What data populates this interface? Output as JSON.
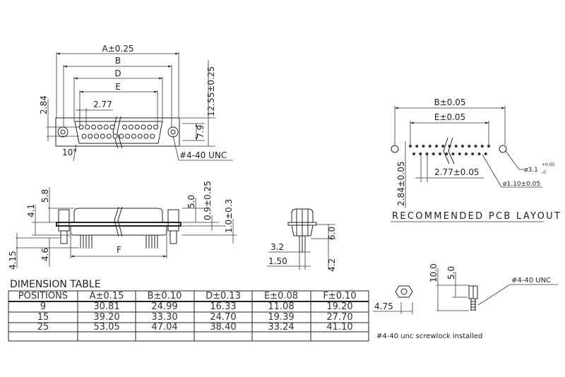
{
  "top_view": {
    "dim_a": "A±0.25",
    "dim_b": "B",
    "dim_d": "D",
    "dim_e": "E",
    "pitch": "2.77",
    "row_spacing": "2.84",
    "height": "12.55±0.25",
    "hole_height": "7.9",
    "angle": "10°",
    "thread": "#4-40 UNC"
  },
  "side_view": {
    "dim_5_8": "5.8",
    "dim_4_1": "4.1",
    "dim_4_15": "4.15",
    "dim_4_6": "4.6",
    "dim_f": "F",
    "dim_5_0": "5.0",
    "dim_0_9": "0.9±0.25",
    "dim_1_0": "1.0±0.3"
  },
  "end_view": {
    "dim_3_2": "3.2",
    "dim_1_50": "1.50",
    "dim_6_0": "6.0",
    "dim_4_2": "4.2"
  },
  "pcb_layout": {
    "title": "RECOMMENDED PCB LAYOUT",
    "dim_b": "B±0.05",
    "dim_e": "E±0.05",
    "pitch": "2.77±0.05",
    "row_spacing": "2.84±0.05",
    "mount_hole": "ø3.1",
    "mount_hole_tol_upper": "+0.05",
    "mount_hole_tol_lower": "-0",
    "pin_hole": "ø1.10±0.05"
  },
  "dimension_table": {
    "title": "DIMENSION TABLE",
    "headers": [
      "POSITIONS",
      "A±0.15",
      "B±0.10",
      "D±0.13",
      "E±0.08",
      "F±0.10"
    ],
    "rows": [
      [
        "9",
        "30.81",
        "24.99",
        "16.33",
        "11.08",
        "19.20"
      ],
      [
        "15",
        "39.20",
        "33.30",
        "24.70",
        "19.39",
        "27.70"
      ],
      [
        "25",
        "53.05",
        "47.04",
        "38.40",
        "33.24",
        "41.10"
      ]
    ]
  },
  "screwlock": {
    "width": "4.75",
    "length": "10.0",
    "head": "5.0",
    "thread": "#4-40 UNC",
    "caption": "#4-40 unc screwlock installed"
  }
}
